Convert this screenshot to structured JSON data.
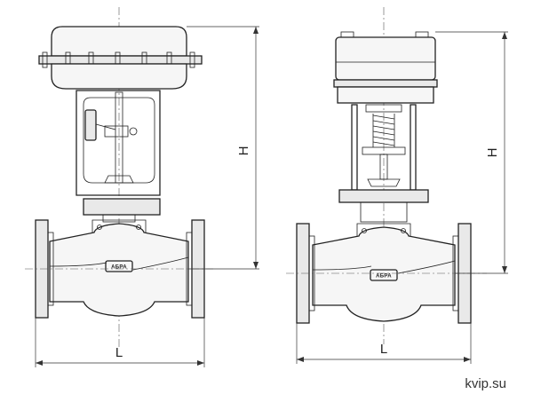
{
  "left_valve": {
    "height_label": "H",
    "length_label": "L",
    "brand_plate": "АБРА"
  },
  "right_valve": {
    "height_label": "H",
    "length_label": "L",
    "brand_plate": "АБРА"
  },
  "watermark": "kvip.su"
}
